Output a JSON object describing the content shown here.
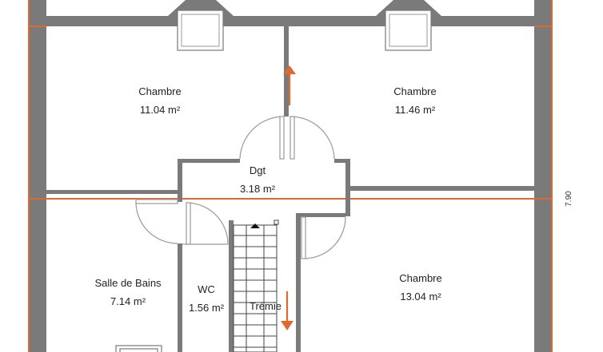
{
  "colors": {
    "wall": "#7a7a7a",
    "wall_dark": "#6e6e6e",
    "accent": "#e0692f",
    "door": "#9a9a9a",
    "text": "#222222"
  },
  "rooms": [
    {
      "id": "chambre-nw",
      "name": "Chambre",
      "area": "11.04 m²"
    },
    {
      "id": "chambre-ne",
      "name": "Chambre",
      "area": "11.46 m²"
    },
    {
      "id": "dgt",
      "name": "Dgt",
      "area": "3.18 m²"
    },
    {
      "id": "sdb",
      "name": "Salle de Bains",
      "area": "7.14 m²"
    },
    {
      "id": "wc",
      "name": "WC",
      "area": "1.56 m²"
    },
    {
      "id": "chambre-se",
      "name": "Chambre",
      "area": "13.04 m²"
    }
  ],
  "tremie_label": "Trémie",
  "dimension_label": "7.90",
  "icons": {
    "stair_direction": "arrow-up-icon",
    "stair_down": "arrow-down-icon",
    "door_swing": "door-arc-icon",
    "window": "skylight-icon"
  }
}
